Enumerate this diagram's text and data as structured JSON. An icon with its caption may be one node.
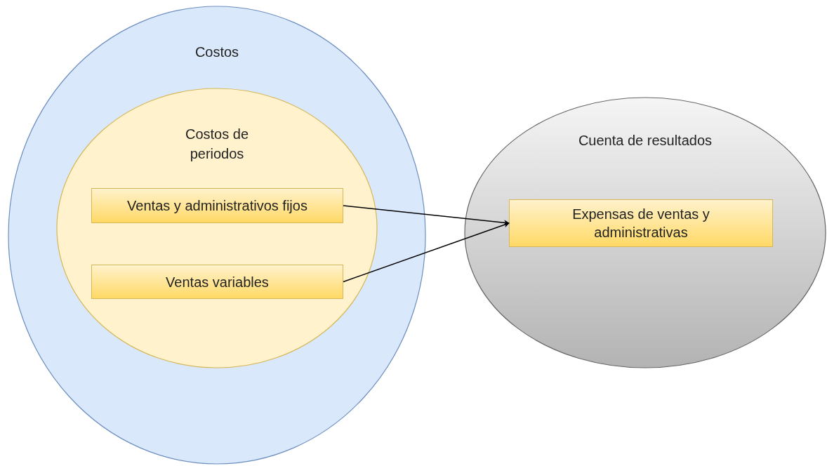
{
  "diagram": {
    "nodes": [
      {
        "text": [
          "Costos"
        ]
      },
      {
        "text": [
          "Costos de periodos"
        ],
        "in": 0
      },
      {
        "text": [
          "Ventas y administrativos fijos"
        ],
        "in": 1
      },
      {
        "text": [
          "Ventas variables"
        ],
        "in": 1
      },
      {
        "text": [
          "Cuenta de resultados"
        ]
      },
      {
        "text": [
          "Expensas de ventas y administrativas"
        ],
        "in": 4
      }
    ],
    "edges": [
      {
        "from": 2,
        "to": 5,
        "arrow": "to"
      },
      {
        "from": 3,
        "to": 5,
        "arrow": "to"
      }
    ]
  }
}
